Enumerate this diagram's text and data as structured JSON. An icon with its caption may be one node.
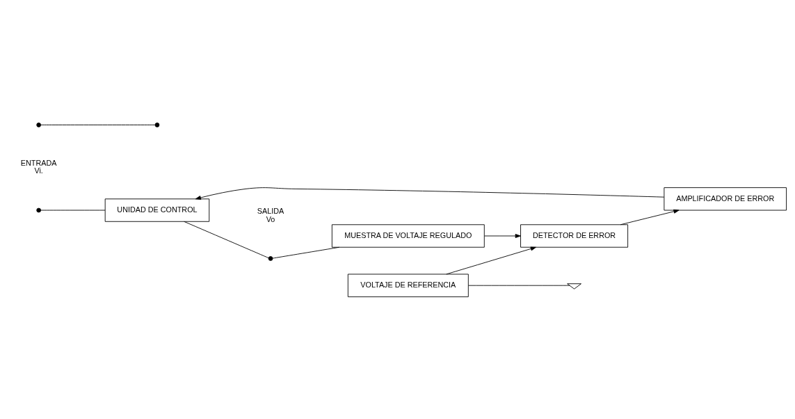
{
  "diagram": {
    "nodes": [
      {
        "text": [],
        "shape": "circle",
        "beside": [
          "ENTRADA",
          "Vi."
        ]
      },
      {
        "text": [
          "UNIDAD DE CONTROL"
        ]
      },
      {
        "text": [],
        "shape": "circle",
        "beside": [
          "SALIDA",
          "Vo"
        ]
      },
      {
        "text": [
          "MUESTRA DE VOLTAJE REGULADO"
        ]
      },
      {
        "text": [
          "DETECTOR DE ERROR"
        ]
      },
      {
        "text": [
          "AMPLIFICADOR DE ERROR"
        ]
      },
      {
        "text": [
          "VOLTAJE DE REFERENCIA"
        ]
      },
      {
        "text": [],
        "shape": "circle"
      },
      {
        "text": [],
        "shape": "circle"
      },
      {
        "text": [],
        "shape": "ground"
      }
    ],
    "edges": [
      {
        "from": 0,
        "to": 1,
        "arrow": "none"
      },
      {
        "from": 1,
        "to": 2,
        "arrow": "none"
      },
      {
        "from": 2,
        "to": 3,
        "arrow": "none"
      },
      {
        "from": 3,
        "to": 4,
        "arrow": "to"
      },
      {
        "from": 6,
        "to": 4,
        "arrow": "to"
      },
      {
        "from": 4,
        "to": 5,
        "arrow": "to"
      },
      {
        "from": 5,
        "to": 1,
        "arrow": "to"
      },
      {
        "from": 7,
        "to": 8,
        "arrow": "none"
      },
      {
        "from": 6,
        "to": 9,
        "arrow": "none"
      }
    ]
  }
}
